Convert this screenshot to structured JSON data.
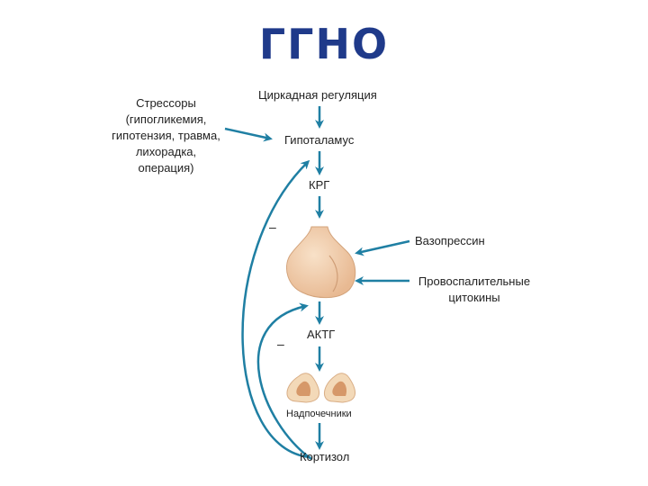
{
  "title": "ГГНО",
  "diagram": {
    "circadian": "Циркадная регуляция",
    "stressors_line1": "Стрессоры",
    "stressors_line2": "(гипогликемия,",
    "stressors_line3": "гипотензия, травма,",
    "stressors_line4": "лихорадка,",
    "stressors_line5": "операция)",
    "hypothalamus": "Гипоталамус",
    "crh": "КРГ",
    "vasopressin": "Вазопрессин",
    "cytokines_line1": "Провоспалительные",
    "cytokines_line2": "цитокины",
    "acth": "АКТГ",
    "adrenals": "Надпочечники",
    "cortisol": "Кортизол",
    "minus": "–"
  },
  "colors": {
    "arrow": "#1f7fa3",
    "pituitary": "#f2cfae",
    "adrenal_outer": "#f3d9b8",
    "adrenal_inner": "#d69869",
    "title": "#1f3a8a"
  }
}
